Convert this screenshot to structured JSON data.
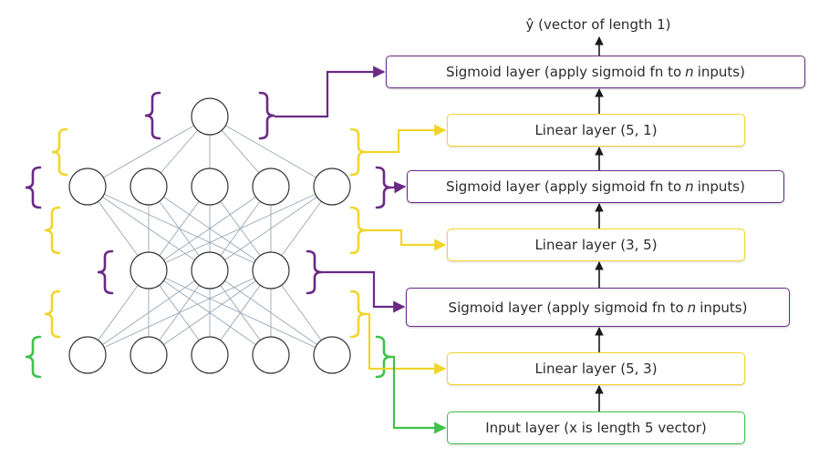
{
  "colors": {
    "activation": "#6a2a86",
    "linear": "#f2d52a",
    "input": "#3fc24a",
    "node_stroke": "#333333",
    "edge": "#9aa7b5",
    "arrow": "#1a1a1a"
  },
  "network": {
    "layer_sizes": [
      5,
      3,
      5,
      1
    ]
  },
  "output_label": "ŷ (vector of length 1)",
  "layers": [
    {
      "id": "sigmoid-out",
      "kind": "activation",
      "text": "Sigmoid layer (apply sigmoid fn to",
      "var": "n",
      "text_after": "inputs)"
    },
    {
      "id": "linear-5-1",
      "kind": "linear",
      "text": "Linear layer (5, 1)"
    },
    {
      "id": "sigmoid-2",
      "kind": "activation",
      "text": "Sigmoid layer (apply sigmoid fn to",
      "var": "n",
      "text_after": "inputs)"
    },
    {
      "id": "linear-3-5",
      "kind": "linear",
      "text": "Linear layer (3, 5)"
    },
    {
      "id": "sigmoid-1",
      "kind": "activation",
      "text": "Sigmoid layer (apply sigmoid fn to",
      "var": "n",
      "text_after": "inputs)"
    },
    {
      "id": "linear-5-3",
      "kind": "linear",
      "text": "Linear layer (5, 3)"
    },
    {
      "id": "input",
      "kind": "input",
      "text": "Input layer (x is length 5 vector)"
    }
  ]
}
